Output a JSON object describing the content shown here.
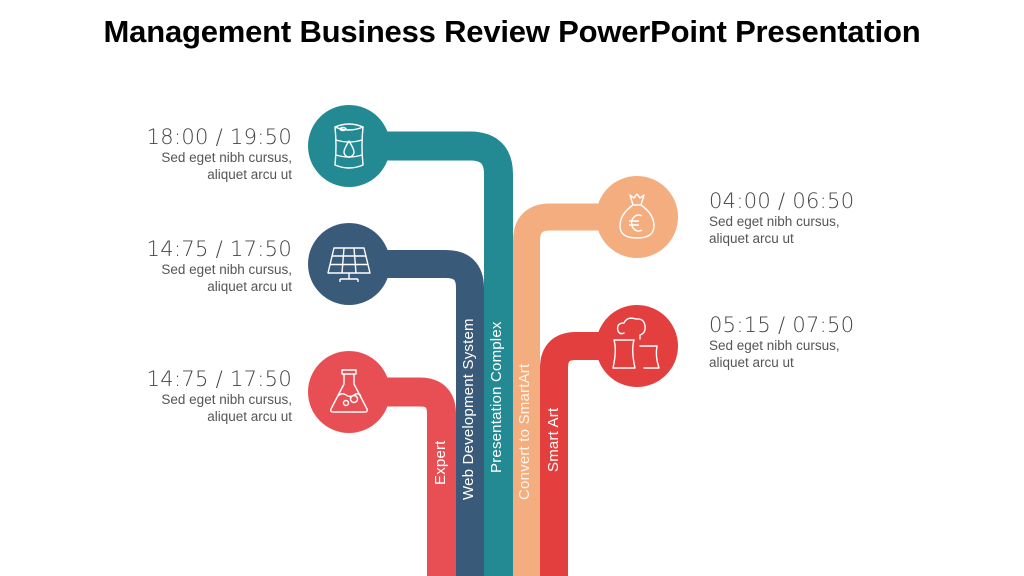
{
  "title": "Management Business Review PowerPoint Presentation",
  "colors": {
    "teal": "#238a93",
    "navy": "#3a5a79",
    "coral": "#e84f55",
    "peach": "#f4ad7f",
    "red": "#e23f3e",
    "text": "#4a4a4a"
  },
  "items": [
    {
      "id": "oil",
      "icon": "oil-barrel-icon",
      "time": "18:00 / 19:50",
      "desc1": "Sed eget nibh cursus,",
      "desc2": "aliquet arcu ut",
      "label": "Presentation Complex",
      "color": "teal",
      "side": "left"
    },
    {
      "id": "solar",
      "icon": "solar-panel-icon",
      "time": "14:75 / 17:50",
      "desc1": "Sed eget nibh cursus,",
      "desc2": "aliquet arcu ut",
      "label": "Web Development System",
      "color": "navy",
      "side": "left"
    },
    {
      "id": "flask",
      "icon": "flask-icon",
      "time": "14:75 / 17:50",
      "desc1": "Sed eget nibh cursus,",
      "desc2": "aliquet arcu ut",
      "label": "Expert",
      "color": "coral",
      "side": "left"
    },
    {
      "id": "money",
      "icon": "money-bag-euro-icon",
      "time": "04:00 / 06:50",
      "desc1": "Sed eget nibh cursus,",
      "desc2": "aliquet arcu ut",
      "label": "Convert to SmartArt",
      "color": "peach",
      "side": "right"
    },
    {
      "id": "factory",
      "icon": "factory-cooling-tower-icon",
      "time": "05:15 / 07:50",
      "desc1": "Sed eget nibh cursus,",
      "desc2": "aliquet arcu ut",
      "label": "Smart Art",
      "color": "red",
      "side": "right"
    }
  ]
}
